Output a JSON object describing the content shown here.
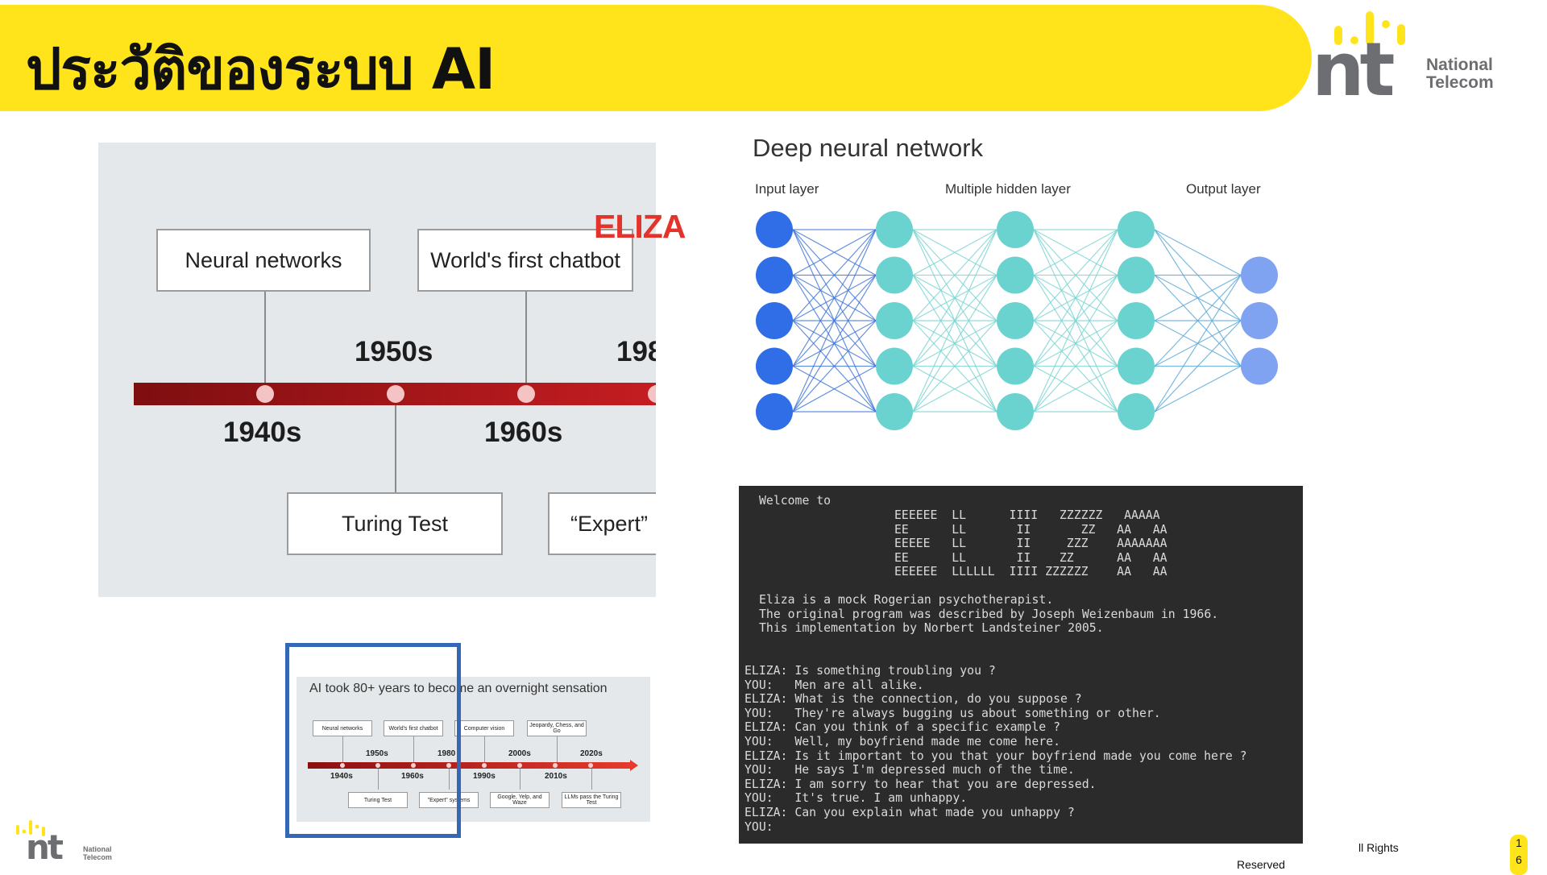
{
  "header": {
    "title": "ประวัติของระบบ  AI",
    "brand_mark": "nt",
    "brand_name_line1": "National",
    "brand_name_line2": "Telecom",
    "brand_color": "#ffe41c"
  },
  "timeline": {
    "top_boxes": [
      "Neural networks",
      "World's first chatbot"
    ],
    "bottom_boxes": [
      "Turing Test",
      "“Expert”"
    ],
    "eras_top": [
      "1950s",
      "198"
    ],
    "eras_bottom": [
      "1940s",
      "1960s"
    ],
    "eliza_label": "ELIZA"
  },
  "dnn": {
    "title": "Deep neural network",
    "input_label": "Input layer",
    "hidden_label": "Multiple hidden layer",
    "output_label": "Output layer",
    "layer_sizes": [
      5,
      5,
      5,
      5,
      3
    ],
    "colors": {
      "input": "#2f6ee6",
      "hidden": "#6bd3cf",
      "output": "#7fa3f0"
    }
  },
  "terminal": {
    "welcome": "Welcome to",
    "art_lines": [
      "EEEEEE  LL      IIII   ZZZZZZ   AAAAA",
      "EE      LL       II       ZZ   AA   AA",
      "EEEEE   LL       II     ZZZ    AAAAAAA",
      "EE      LL       II    ZZ      AA   AA",
      "EEEEEE  LLLLLL  IIII ZZZZZZ    AA   AA"
    ],
    "intro_lines": [
      "Eliza is a mock Rogerian psychotherapist.",
      "The original program was described by Joseph Weizenbaum in 1966.",
      "This implementation by Norbert Landsteiner 2005."
    ],
    "dialog_lines": [
      "ELIZA: Is something troubling you ?",
      "YOU:   Men are all alike.",
      "ELIZA: What is the connection, do you suppose ?",
      "YOU:   They're always bugging us about something or other.",
      "ELIZA: Can you think of a specific example ?",
      "YOU:   Well, my boyfriend made me come here.",
      "ELIZA: Is it important to you that your boyfriend made you come here ?",
      "YOU:   He says I'm depressed much of the time.",
      "ELIZA: I am sorry to hear that you are depressed.",
      "YOU:   It's true. I am unhappy.",
      "ELIZA: Can you explain what made you unhappy ?",
      "YOU:"
    ]
  },
  "thumbnail": {
    "title": "AI took 80+ years to become an overnight sensation",
    "top_boxes": [
      "Neural networks",
      "World's first chatbot",
      "Computer vision",
      "Jeopardy, Chess, and Go"
    ],
    "bottom_boxes": [
      "Turing Test",
      "\"Expert\" systems",
      "Google, Yelp, and Waze",
      "LLMs pass the Turing Test"
    ],
    "eras_top": [
      "1950s",
      "1980",
      "2000s",
      "2020s"
    ],
    "eras_bottom": [
      "1940s",
      "1960s",
      "1990s",
      "2010s"
    ]
  },
  "footer": {
    "rights": "ll Rights",
    "reserved": "Reserved",
    "page_number_top": "1",
    "page_number_bottom": "6",
    "logo_mark": "nt",
    "logo_name_line1": "National",
    "logo_name_line2": "Telecom"
  }
}
